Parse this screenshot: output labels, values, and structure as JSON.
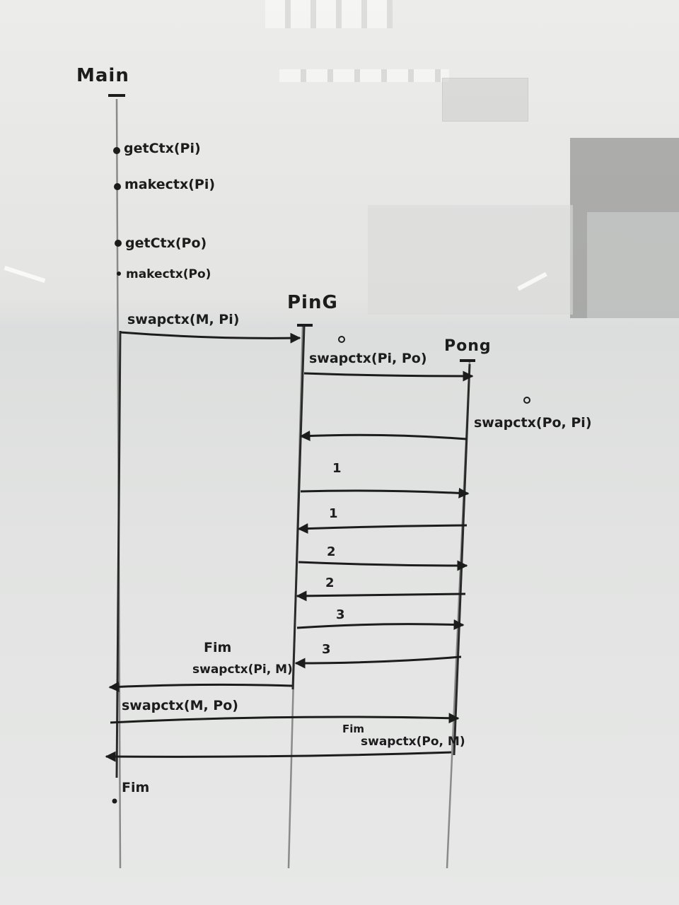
{
  "participants": {
    "main": "Main",
    "ping": "PinG",
    "pong": "Pong"
  },
  "main_calls": [
    "getCtx(Pi)",
    "makectx(Pi)",
    "getCtx(Po)",
    "makectx(Po)"
  ],
  "messages": {
    "main_to_ping": "swapctx(M, Pi)",
    "ping_to_pong": "swapctx(Pi, Po)",
    "pong_to_ping": "swapctx(Po, Pi)",
    "counter_1a": "1",
    "counter_1b": "1",
    "counter_2a": "2",
    "counter_2b": "2",
    "counter_3a": "3",
    "counter_3b": "3",
    "ping_end": "Fim",
    "ping_to_main": "swapctx(Pi, M)",
    "main_to_pong": "swapctx(M, Po)",
    "pong_end": "Fim",
    "pong_to_main": "swapctx(Po, M)",
    "main_end": "Fim"
  },
  "colors": {
    "ink": "#1c1c1c",
    "lifeline": "#8a8a8a",
    "board": "#e4e4e2"
  }
}
